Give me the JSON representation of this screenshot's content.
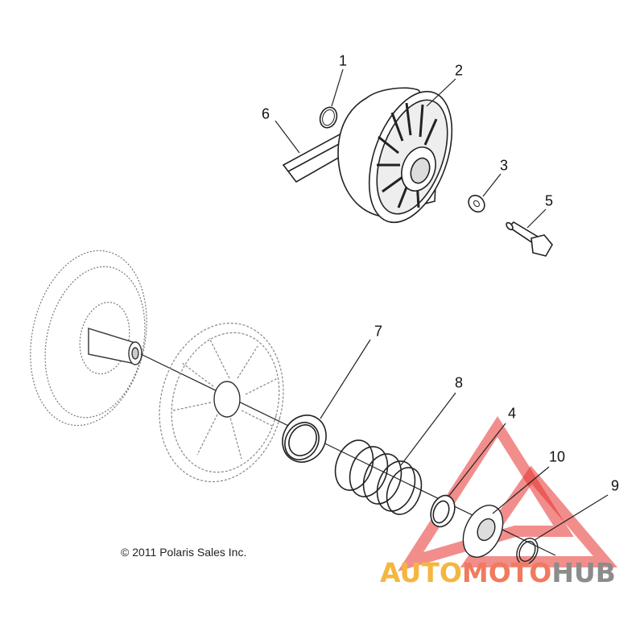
{
  "callouts": {
    "c1": "1",
    "c2": "2",
    "c3": "3",
    "c4": "4",
    "c5": "5",
    "c6": "6",
    "c7": "7",
    "c8": "8",
    "c9": "9",
    "c10": "10"
  },
  "copyright": "© 2011 Polaris Sales Inc.",
  "watermark": {
    "part1": "AUTO",
    "part2": "MOTO",
    "part3": "HUB",
    "color_auto": "#f4b63f",
    "color_moto": "#f07a5e",
    "color_hub": "#8c8c8c",
    "logo_color": "#e5322d"
  },
  "line_color": "#222222"
}
